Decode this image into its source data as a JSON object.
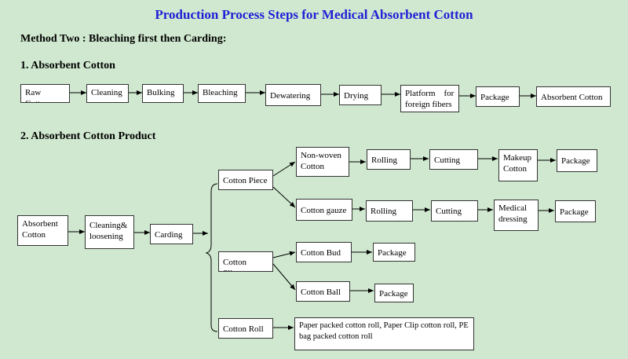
{
  "title": "Production Process Steps for Medical Absorbent Cotton",
  "method": "Method Two : Bleaching first then Carding:",
  "section1": {
    "heading": "1.  Absorbent Cotton",
    "steps": [
      "Raw Cotton",
      "Cleaning",
      "Bulking",
      "Bleaching",
      "Dewatering",
      "Drying",
      "Platform    for foreign fibers",
      "Package",
      "Absorbent Cotton"
    ]
  },
  "section2": {
    "heading": "2.  Absorbent Cotton Product",
    "start": [
      "Absorbent Cotton",
      "Cleaning& loosening",
      "Carding"
    ],
    "branches": {
      "cotton_piece": "Cotton Piece",
      "cotton_sliver": "Cotton Sliver",
      "cotton_roll": "Cotton Roll"
    },
    "piece_row1": [
      "Non-woven Cotton",
      "Rolling",
      "Cutting",
      "Makeup Cotton",
      "Package"
    ],
    "piece_row2": [
      "Cotton gauze",
      "Rolling",
      "Cutting",
      "Medical dressing",
      "Package"
    ],
    "sliver_row1": [
      "Cotton Bud",
      "Package"
    ],
    "sliver_row2": [
      "Cotton Ball",
      "Package"
    ],
    "roll_output": "Paper packed cotton roll, Paper Clip cotton roll, PE bag packed cotton roll"
  }
}
